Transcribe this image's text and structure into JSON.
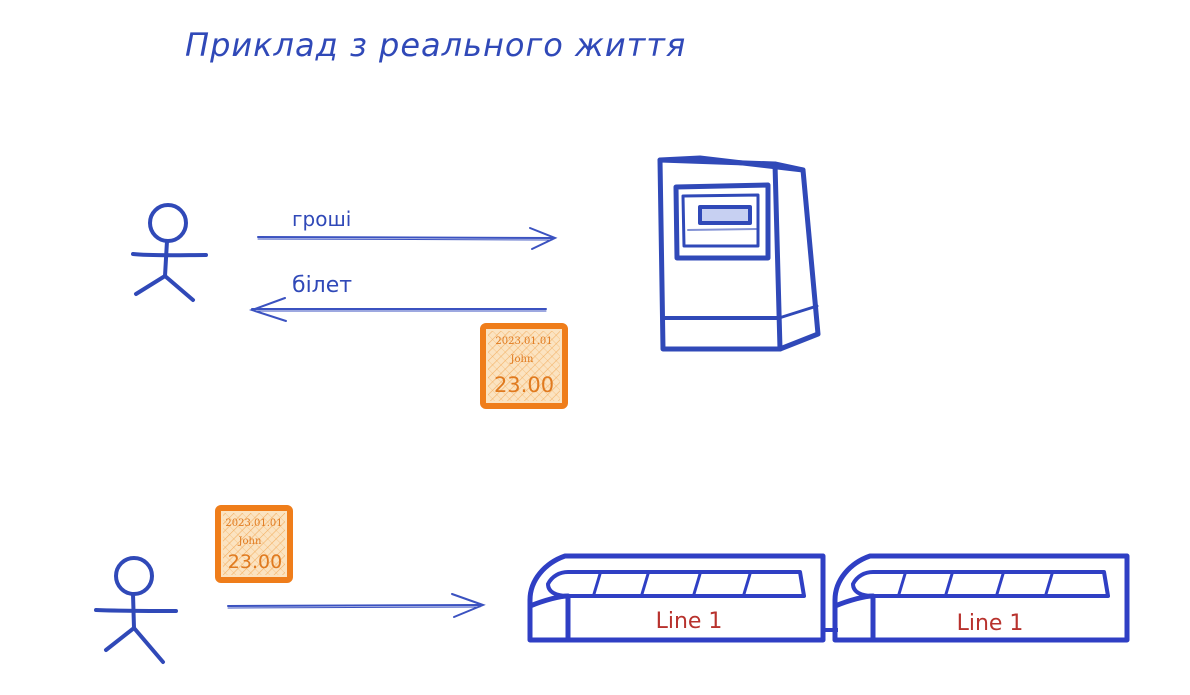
{
  "title": "Приклад з реального життя",
  "colors": {
    "ink": "#3049b8",
    "ink_light": "#6b7fd6",
    "ticket_orange": "#ef7d1a",
    "ticket_fill": "#f7c98a",
    "line_red": "#b8322d"
  },
  "top_scene": {
    "arrow_to_machine_label": "гроші",
    "arrow_from_machine_label": "білет",
    "ticket": {
      "date": "2023.01.01",
      "name": "John",
      "time": "23.00"
    },
    "icons": [
      "person-icon",
      "ticket-machine-icon"
    ]
  },
  "bottom_scene": {
    "ticket": {
      "date": "2023.01.01",
      "name": "John",
      "time": "23.00"
    },
    "train_cars": [
      {
        "label": "Line 1"
      },
      {
        "label": "Line 1"
      }
    ],
    "icons": [
      "person-icon",
      "train-icon"
    ]
  }
}
